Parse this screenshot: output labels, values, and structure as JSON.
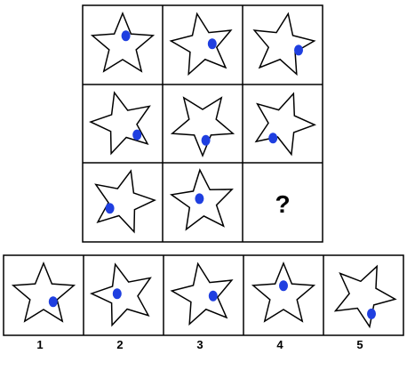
{
  "colors": {
    "line": "#000000",
    "dot": "#1f3fe0",
    "background": "#ffffff"
  },
  "grid": {
    "question_mark": "?",
    "cells": [
      {
        "icon": "star-icon",
        "rotation": 0,
        "dot": [
          0.1,
          -0.3
        ]
      },
      {
        "icon": "star-icon",
        "rotation": -10,
        "dot": [
          0.3,
          -0.05
        ]
      },
      {
        "icon": "star-icon",
        "rotation": 10,
        "dot": [
          0.5,
          0.15
        ]
      },
      {
        "icon": "star-icon",
        "rotation": -15,
        "dot": [
          0.45,
          0.35
        ]
      },
      {
        "icon": "star-icon",
        "rotation": 180,
        "dot": [
          0.1,
          0.52
        ]
      },
      {
        "icon": "star-icon",
        "rotation": 20,
        "dot": [
          -0.3,
          0.45
        ]
      },
      {
        "icon": "star-icon",
        "rotation": 15,
        "dot": [
          -0.4,
          0.2
        ]
      },
      {
        "icon": "star-icon",
        "rotation": -5,
        "dot": [
          -0.1,
          -0.1
        ]
      }
    ]
  },
  "options": [
    {
      "label": "1",
      "icon": "star-icon",
      "rotation": 0,
      "dot": [
        0.3,
        0.2
      ]
    },
    {
      "label": "2",
      "icon": "star-icon",
      "rotation": -15,
      "dot": [
        -0.2,
        -0.05
      ]
    },
    {
      "label": "3",
      "icon": "star-icon",
      "rotation": -10,
      "dot": [
        0.3,
        0.02
      ]
    },
    {
      "label": "4",
      "icon": "star-icon",
      "rotation": 0,
      "dot": [
        0.0,
        -0.3
      ]
    },
    {
      "label": "5",
      "icon": "star-icon",
      "rotation": 25,
      "dot": [
        0.25,
        0.58
      ]
    }
  ]
}
